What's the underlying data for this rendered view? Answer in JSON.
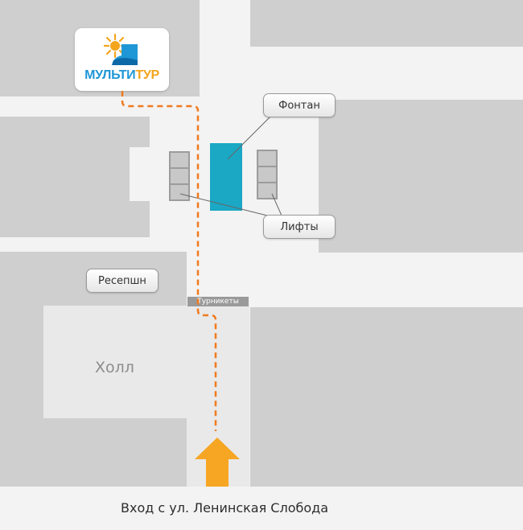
{
  "logo": {
    "part1": "МУЛЬТИ",
    "part2": "ТУР",
    "brand_blue": "#1f97d6",
    "brand_orange": "#f3a51c"
  },
  "labels": {
    "fountain": "Фонтан",
    "elevators": "Лифты",
    "reception": "Ресепшн",
    "turnstiles": "Турникеты",
    "hall": "Холл",
    "entrance": "Вход с ул. Ленинская Слобода"
  },
  "colors": {
    "route": "#f07a1e",
    "entrance_arrow": "#f6a623",
    "fountain": "#1aa8c5",
    "building": "#cfcfcf",
    "corridor": "#f3f3f3"
  },
  "icons": {
    "entrance": "up-arrow-icon",
    "logo": "sun-wave-icon"
  }
}
